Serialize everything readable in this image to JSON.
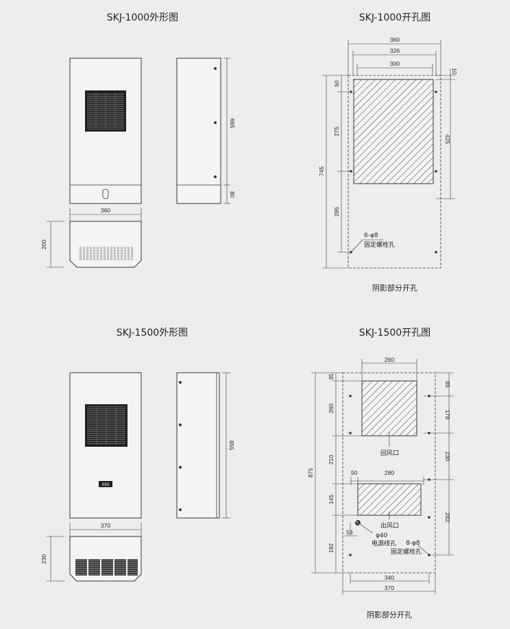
{
  "skj1000": {
    "outline_title": "SKJ-1000外形图",
    "cutout_title": "SKJ-1000开孔图",
    "outline_dims": {
      "width": "360",
      "depth": "200",
      "height_upper": "665",
      "height_lower": "80"
    },
    "cutout_dims": {
      "w360": "360",
      "w326": "326",
      "w300": "300",
      "top10": "10",
      "left50": "50",
      "left275": "275",
      "left295": "295",
      "total745": "745",
      "right425": "425"
    },
    "hole_note_1": "6-φ8",
    "hole_note_2": "固定螺栓孔",
    "caption": "阴影部分开孔"
  },
  "skj1500": {
    "outline_title": "SKJ-1500外形图",
    "cutout_title": "SKJ-1500开孔图",
    "outline_dims": {
      "width": "370",
      "depth": "230",
      "height": "855"
    },
    "panel_display": "888",
    "cutout_dims": {
      "top260": "260",
      "left35": "35",
      "left260": "260",
      "left210": "210",
      "left145": "145",
      "left192": "192",
      "total875": "875",
      "right85": "85",
      "right178": "178",
      "right230": "230",
      "right282": "282",
      "mid50": "50",
      "mid280": "280",
      "small53": "53",
      "bot340": "340",
      "bot370": "370"
    },
    "return_label": "回风口",
    "outlet_label": "出风口",
    "power_hole_1": "φ40",
    "power_hole_2": "电源线孔",
    "bolt_note_1": "8-φ8",
    "bolt_note_2": "固定螺栓孔",
    "caption": "阴影部分开孔"
  }
}
